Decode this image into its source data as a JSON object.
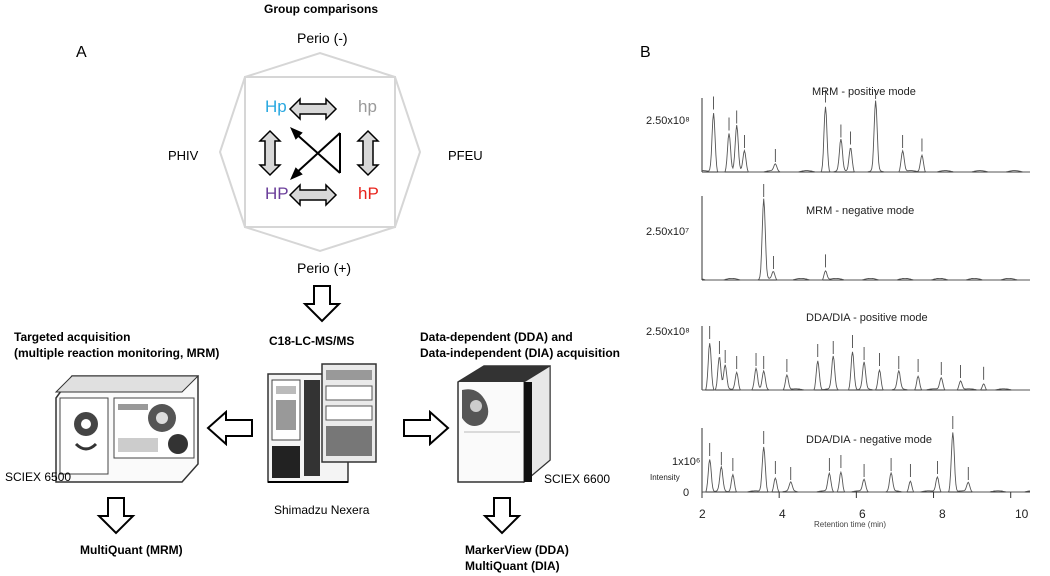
{
  "panel_a": {
    "letter": "A",
    "group_comparisons_label": "Group comparisons",
    "perio_minus": "Perio (-)",
    "perio_plus": "Perio (+)",
    "phiv": "PHIV",
    "pfeu": "PFEU",
    "quadrants": {
      "top_left": "Hp",
      "top_right": "hp",
      "bottom_left": "HP",
      "bottom_right": "hP"
    },
    "colors": {
      "top_left": "#29a8e0",
      "top_right": "#9a9a9a",
      "bottom_left": "#6a3d9a",
      "bottom_right": "#e8231c"
    },
    "center_method": "C18-LC-MS/MS",
    "center_instrument": "Shimadzu Nexera",
    "left_title_line1": "Targeted acquisition",
    "left_title_line2": "(multiple reaction monitoring, MRM)",
    "left_instrument": "SCIEX 6500",
    "left_output": "MultiQuant (MRM)",
    "right_title_line1": "Data-dependent (DDA) and",
    "right_title_line2": "Data-independent (DIA) acquisition",
    "right_instrument": "SCIEX 6600",
    "right_output_line1": "MarkerView (DDA)",
    "right_output_line2": "MultiQuant (DIA)"
  },
  "panel_b": {
    "letter": "B",
    "x_label": "Retention time (min)",
    "x_ticks": [
      "2",
      "4",
      "6",
      "8",
      "10"
    ],
    "intensity_label": "Intensity",
    "chromatograms": [
      {
        "title": "MRM - positive mode",
        "ylabel": "2.50x10⁸"
      },
      {
        "title": "MRM - negative mode",
        "ylabel": "2.50x10⁷"
      },
      {
        "title": "DDA/DIA - positive mode",
        "ylabel": "2.50x10⁸"
      },
      {
        "title": "DDA/DIA - negative mode",
        "ylabel": "1x10⁶",
        "zero_label": "0"
      }
    ]
  },
  "chart_data": {
    "type": "line",
    "xlabel": "Retention time (min)",
    "xlim": [
      2,
      10.5
    ],
    "x_ticks": [
      2,
      4,
      6,
      8,
      10
    ],
    "panels": [
      {
        "title": "MRM - positive mode",
        "y_tick": "2.50x10⁸",
        "peaks": [
          [
            2.3,
            0.85
          ],
          [
            2.7,
            0.55
          ],
          [
            2.9,
            0.65
          ],
          [
            3.1,
            0.3
          ],
          [
            3.9,
            0.1
          ],
          [
            5.2,
            0.95
          ],
          [
            5.6,
            0.45
          ],
          [
            5.85,
            0.35
          ],
          [
            6.5,
            1.0
          ],
          [
            7.2,
            0.3
          ],
          [
            7.7,
            0.25
          ]
        ]
      },
      {
        "title": "MRM - negative mode",
        "y_tick": "2.50x10⁷",
        "peaks": [
          [
            3.6,
            1.0
          ],
          [
            3.85,
            0.1
          ],
          [
            5.2,
            0.12
          ]
        ]
      },
      {
        "title": "DDA/DIA - positive mode",
        "y_tick": "2.50x10⁸",
        "peaks": [
          [
            2.2,
            0.8
          ],
          [
            2.45,
            0.55
          ],
          [
            2.6,
            0.4
          ],
          [
            2.9,
            0.3
          ],
          [
            3.4,
            0.35
          ],
          [
            3.6,
            0.3
          ],
          [
            4.2,
            0.25
          ],
          [
            5.0,
            0.5
          ],
          [
            5.4,
            0.55
          ],
          [
            5.9,
            0.65
          ],
          [
            6.2,
            0.45
          ],
          [
            6.6,
            0.35
          ],
          [
            7.1,
            0.3
          ],
          [
            7.6,
            0.25
          ],
          [
            8.2,
            0.2
          ],
          [
            8.7,
            0.15
          ],
          [
            9.3,
            0.12
          ]
        ]
      },
      {
        "title": "DDA/DIA - negative mode",
        "y_tick": "1x10⁶",
        "peaks": [
          [
            2.2,
            0.55
          ],
          [
            2.5,
            0.4
          ],
          [
            2.8,
            0.3
          ],
          [
            3.6,
            0.75
          ],
          [
            3.9,
            0.25
          ],
          [
            4.3,
            0.15
          ],
          [
            5.3,
            0.3
          ],
          [
            5.6,
            0.35
          ],
          [
            6.2,
            0.2
          ],
          [
            6.9,
            0.3
          ],
          [
            7.4,
            0.2
          ],
          [
            8.1,
            0.25
          ],
          [
            8.5,
            1.0
          ],
          [
            8.9,
            0.15
          ]
        ]
      }
    ]
  }
}
